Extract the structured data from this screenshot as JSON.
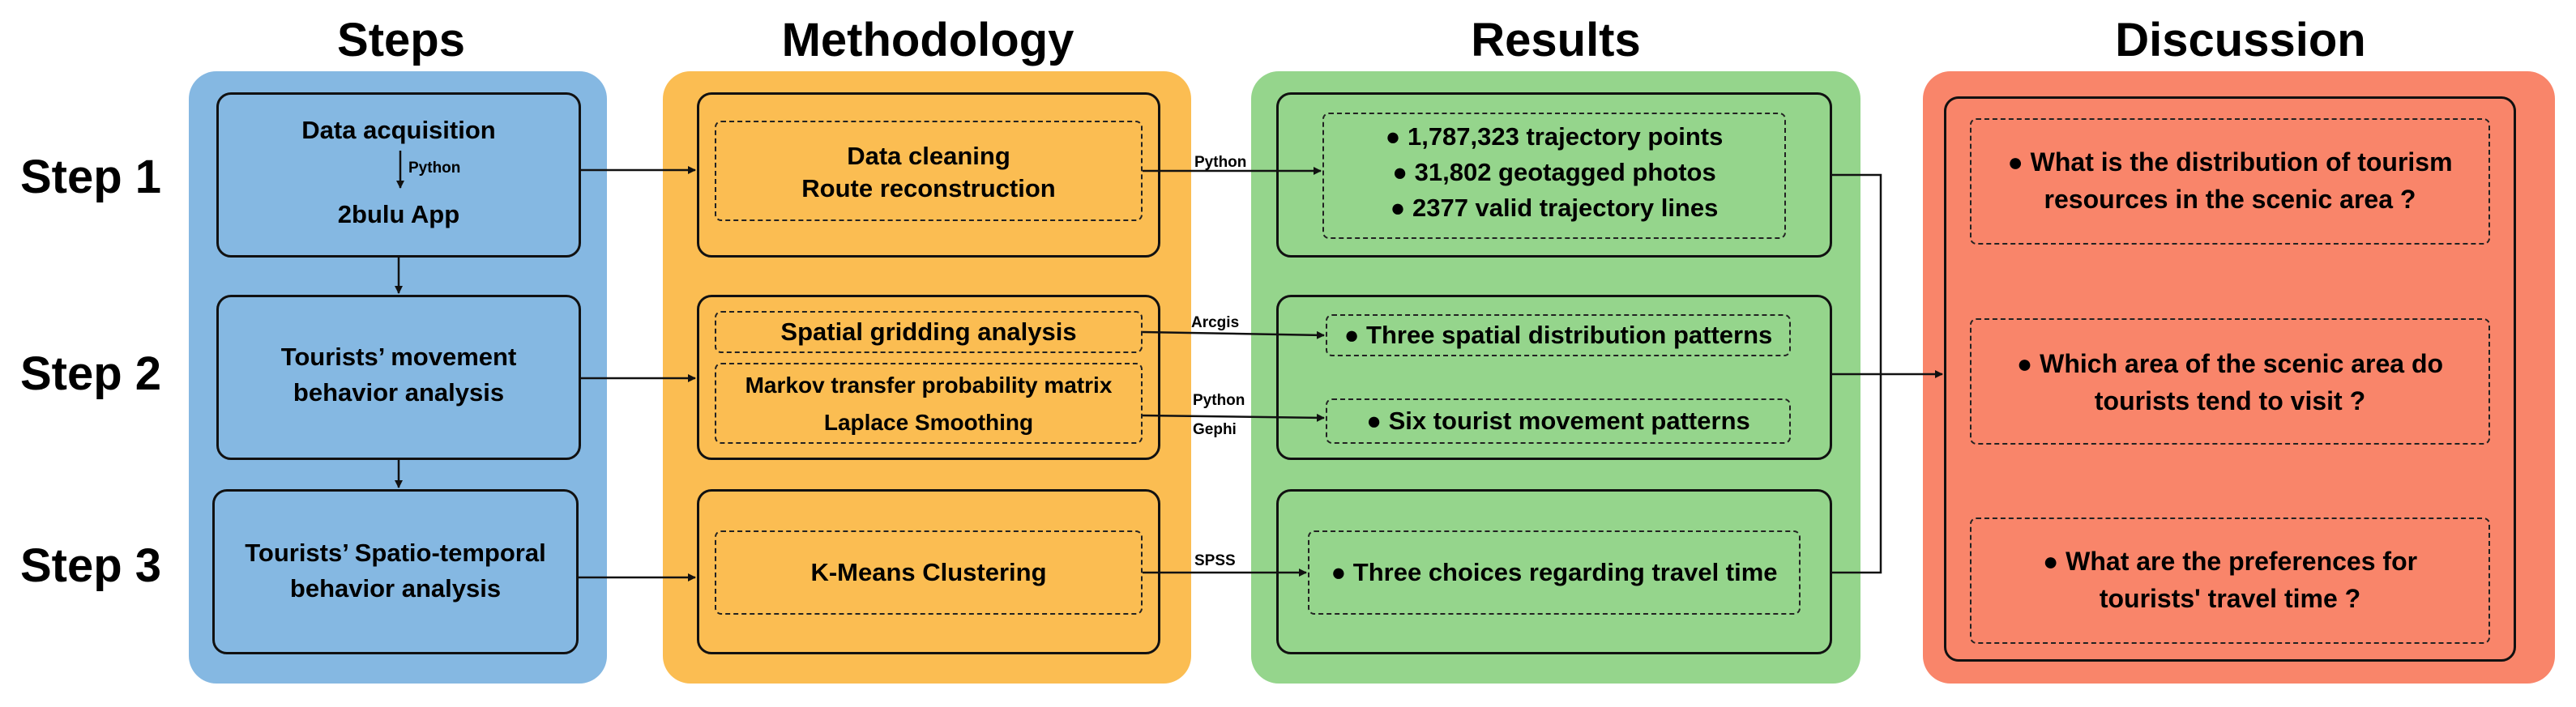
{
  "columns": {
    "steps": "Steps",
    "methodology": "Methodology",
    "results": "Results",
    "discussion": "Discussion"
  },
  "rows": {
    "step1": "Step 1",
    "step2": "Step 2",
    "step3": "Step 3"
  },
  "steps": {
    "data_acquisition": "Data acquisition",
    "python_tag": "Python",
    "app": "2bulu App",
    "movement": [
      "Tourists’ movement",
      "behavior analysis"
    ],
    "spatiotemporal": [
      "Tourists’ Spatio-temporal",
      "behavior analysis"
    ]
  },
  "methodology": {
    "cleaning": "Data cleaning",
    "route": "Route reconstruction",
    "gridding": "Spatial gridding analysis",
    "markov": "Markov transfer probability matrix",
    "laplace": "Laplace Smoothing",
    "kmeans": "K-Means Clustering"
  },
  "tools": {
    "python1": "Python",
    "arcgis": "Arcgis",
    "python2": "Python",
    "gephi": "Gephi",
    "spss": "SPSS"
  },
  "results": {
    "step1": [
      "● 1,787,323 trajectory points",
      "● 31,802 geotagged photos",
      "● 2377 valid trajectory lines"
    ],
    "spatial": "● Three spatial distribution patterns",
    "movement": "● Six tourist movement patterns",
    "time": "● Three choices regarding travel time"
  },
  "discussion": {
    "q1": [
      "● What is the distribution of tourism",
      "resources in the scenic area ?"
    ],
    "q2": [
      "● Which area of the scenic area do",
      "tourists tend to visit ?"
    ],
    "q3": [
      "● What are the preferences for",
      "tourists' travel time ?"
    ]
  },
  "colors": {
    "steps_panel": "#85b8e2",
    "methodology_panel": "#fbbd52",
    "results_panel": "#95d58c",
    "discussion_panel": "#f9856a"
  }
}
